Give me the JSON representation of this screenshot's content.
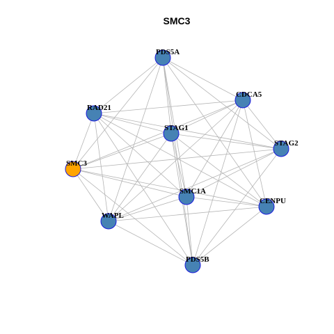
{
  "title": "SMC3",
  "colors": {
    "default_node": "#4682b4",
    "highlight_node": "#ffa500",
    "node_border": "#1a1adc",
    "edge": "#b4b4b4"
  },
  "nodes": [
    {
      "id": "PDS5A",
      "label": "PDS5A",
      "highlight": false
    },
    {
      "id": "CDCA5",
      "label": "CDCA5",
      "highlight": false
    },
    {
      "id": "RAD21",
      "label": "RAD21",
      "highlight": false
    },
    {
      "id": "STAG1",
      "label": "STAG1",
      "highlight": false
    },
    {
      "id": "STAG2",
      "label": "STAG2",
      "highlight": false
    },
    {
      "id": "SMC3",
      "label": "SMC3",
      "highlight": true
    },
    {
      "id": "SMC1A",
      "label": "SMC1A",
      "highlight": false
    },
    {
      "id": "CENPU",
      "label": "CENPU",
      "highlight": false
    },
    {
      "id": "WAPL",
      "label": "WAPL",
      "highlight": false
    },
    {
      "id": "PDS5B",
      "label": "PDS5B",
      "highlight": false
    }
  ],
  "edges": [
    [
      "PDS5A",
      "RAD21"
    ],
    [
      "PDS5A",
      "STAG1"
    ],
    [
      "PDS5A",
      "CDCA5"
    ],
    [
      "PDS5A",
      "STAG2"
    ],
    [
      "PDS5A",
      "SMC3"
    ],
    [
      "PDS5A",
      "SMC1A"
    ],
    [
      "PDS5A",
      "CENPU"
    ],
    [
      "PDS5A",
      "WAPL"
    ],
    [
      "PDS5A",
      "PDS5B"
    ],
    [
      "RAD21",
      "STAG1"
    ],
    [
      "RAD21",
      "CDCA5"
    ],
    [
      "RAD21",
      "STAG2"
    ],
    [
      "RAD21",
      "SMC3"
    ],
    [
      "RAD21",
      "SMC1A"
    ],
    [
      "RAD21",
      "CENPU"
    ],
    [
      "RAD21",
      "WAPL"
    ],
    [
      "RAD21",
      "PDS5B"
    ],
    [
      "CDCA5",
      "STAG1"
    ],
    [
      "CDCA5",
      "STAG2"
    ],
    [
      "CDCA5",
      "SMC3"
    ],
    [
      "CDCA5",
      "SMC1A"
    ],
    [
      "CDCA5",
      "CENPU"
    ],
    [
      "CDCA5",
      "WAPL"
    ],
    [
      "CDCA5",
      "PDS5B"
    ],
    [
      "STAG1",
      "STAG2"
    ],
    [
      "STAG1",
      "SMC3"
    ],
    [
      "STAG1",
      "SMC1A"
    ],
    [
      "STAG1",
      "CENPU"
    ],
    [
      "STAG1",
      "WAPL"
    ],
    [
      "STAG1",
      "PDS5B"
    ],
    [
      "STAG2",
      "SMC3"
    ],
    [
      "STAG2",
      "SMC1A"
    ],
    [
      "STAG2",
      "WAPL"
    ],
    [
      "STAG2",
      "PDS5B"
    ],
    [
      "SMC3",
      "SMC1A"
    ],
    [
      "SMC3",
      "CENPU"
    ],
    [
      "SMC3",
      "WAPL"
    ],
    [
      "SMC3",
      "PDS5B"
    ],
    [
      "SMC1A",
      "CENPU"
    ],
    [
      "SMC1A",
      "WAPL"
    ],
    [
      "SMC1A",
      "PDS5B"
    ],
    [
      "CENPU",
      "WAPL"
    ],
    [
      "CENPU",
      "PDS5B"
    ],
    [
      "WAPL",
      "PDS5B"
    ]
  ]
}
